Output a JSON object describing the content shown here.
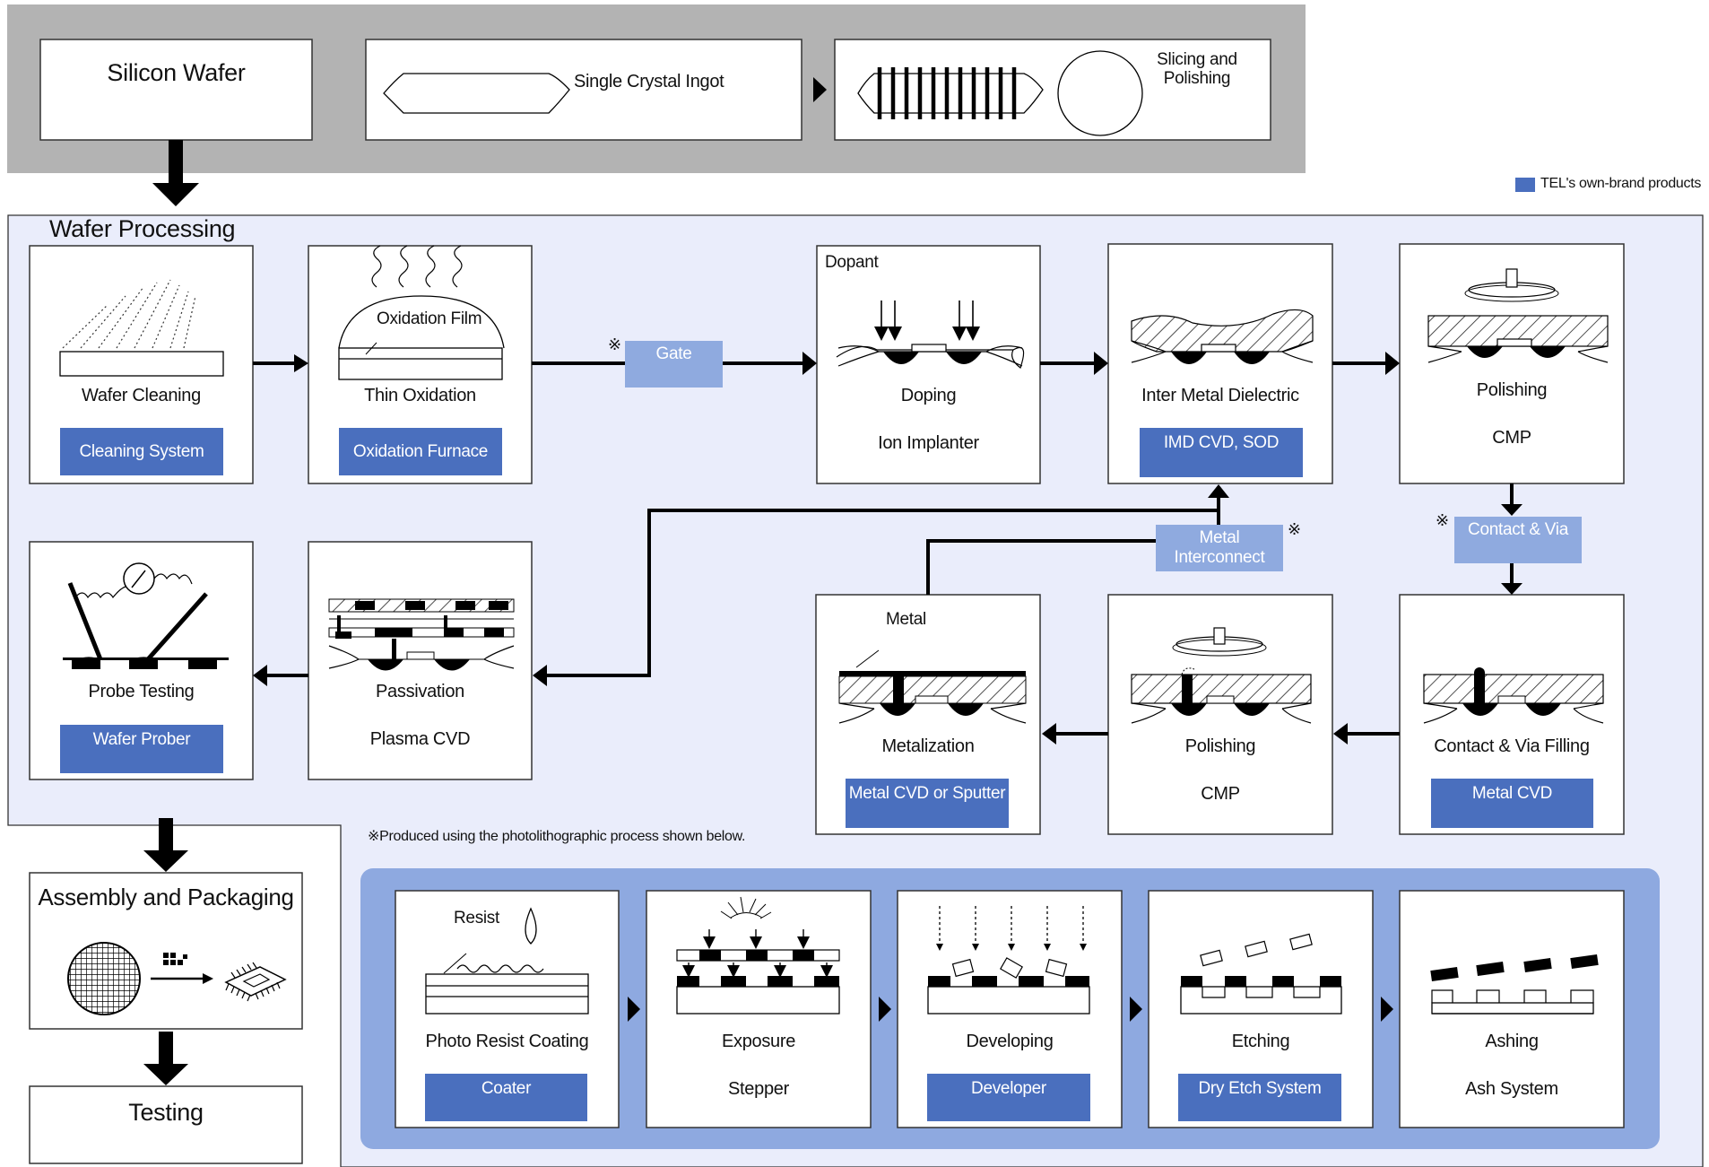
{
  "top": {
    "silicon_wafer": "Silicon Wafer",
    "ingot": "Single Crystal Ingot",
    "slicing": "Slicing and\nPolishing"
  },
  "legend": {
    "label": "TEL's own-brand products",
    "color": "#4a6fbe"
  },
  "wafer_processing": {
    "title": "Wafer Processing"
  },
  "steps": {
    "cleaning": {
      "name": "Wafer Cleaning",
      "equipment": "Cleaning System"
    },
    "oxidation": {
      "annotation": "Oxidation Film",
      "name": "Thin Oxidation",
      "equipment": "Oxidation Furnace"
    },
    "gate": {
      "label": "Gate",
      "mark": "※"
    },
    "doping": {
      "annotation": "Dopant",
      "name": "Doping",
      "equipment": "Ion Implanter"
    },
    "imd": {
      "name": "Inter Metal Dielectric",
      "equipment": "IMD CVD, SOD"
    },
    "polishing1": {
      "name": "Polishing",
      "equipment": "CMP"
    },
    "contact_via": {
      "label": "Contact & Via",
      "mark": "※"
    },
    "metal_interconnect": {
      "label": "Metal Interconnect",
      "mark": "※"
    },
    "probe": {
      "name": "Probe Testing",
      "equipment": "Wafer Prober"
    },
    "passivation": {
      "name": "Passivation",
      "equipment": "Plasma CVD"
    },
    "metalization": {
      "annotation": "Metal",
      "name": "Metalization",
      "equipment": "Metal CVD or Sputter"
    },
    "polishing2": {
      "name": "Polishing",
      "equipment": "CMP"
    },
    "cvf": {
      "name": "Contact & Via Filling",
      "equipment": "Metal CVD"
    }
  },
  "note": "※Produced using the photolithographic process shown below.",
  "assembly": {
    "title": "Assembly and Packaging"
  },
  "testing": {
    "title": "Testing"
  },
  "litho": {
    "coating": {
      "annotation": "Resist",
      "name": "Photo Resist Coating",
      "equipment": "Coater"
    },
    "exposure": {
      "name": "Exposure",
      "equipment": "Stepper"
    },
    "developing": {
      "name": "Developing",
      "equipment": "Developer"
    },
    "etching": {
      "name": "Etching",
      "equipment": "Dry Etch System"
    },
    "ashing": {
      "name": "Ashing",
      "equipment": "Ash System"
    }
  },
  "colors": {
    "tel_blue": "#4a6fbe",
    "pale_blue": "#8faadf",
    "panel_bg": "#eaedfb",
    "top_gray": "#b3b3b3",
    "litho_bg": "#8ea9e0"
  }
}
